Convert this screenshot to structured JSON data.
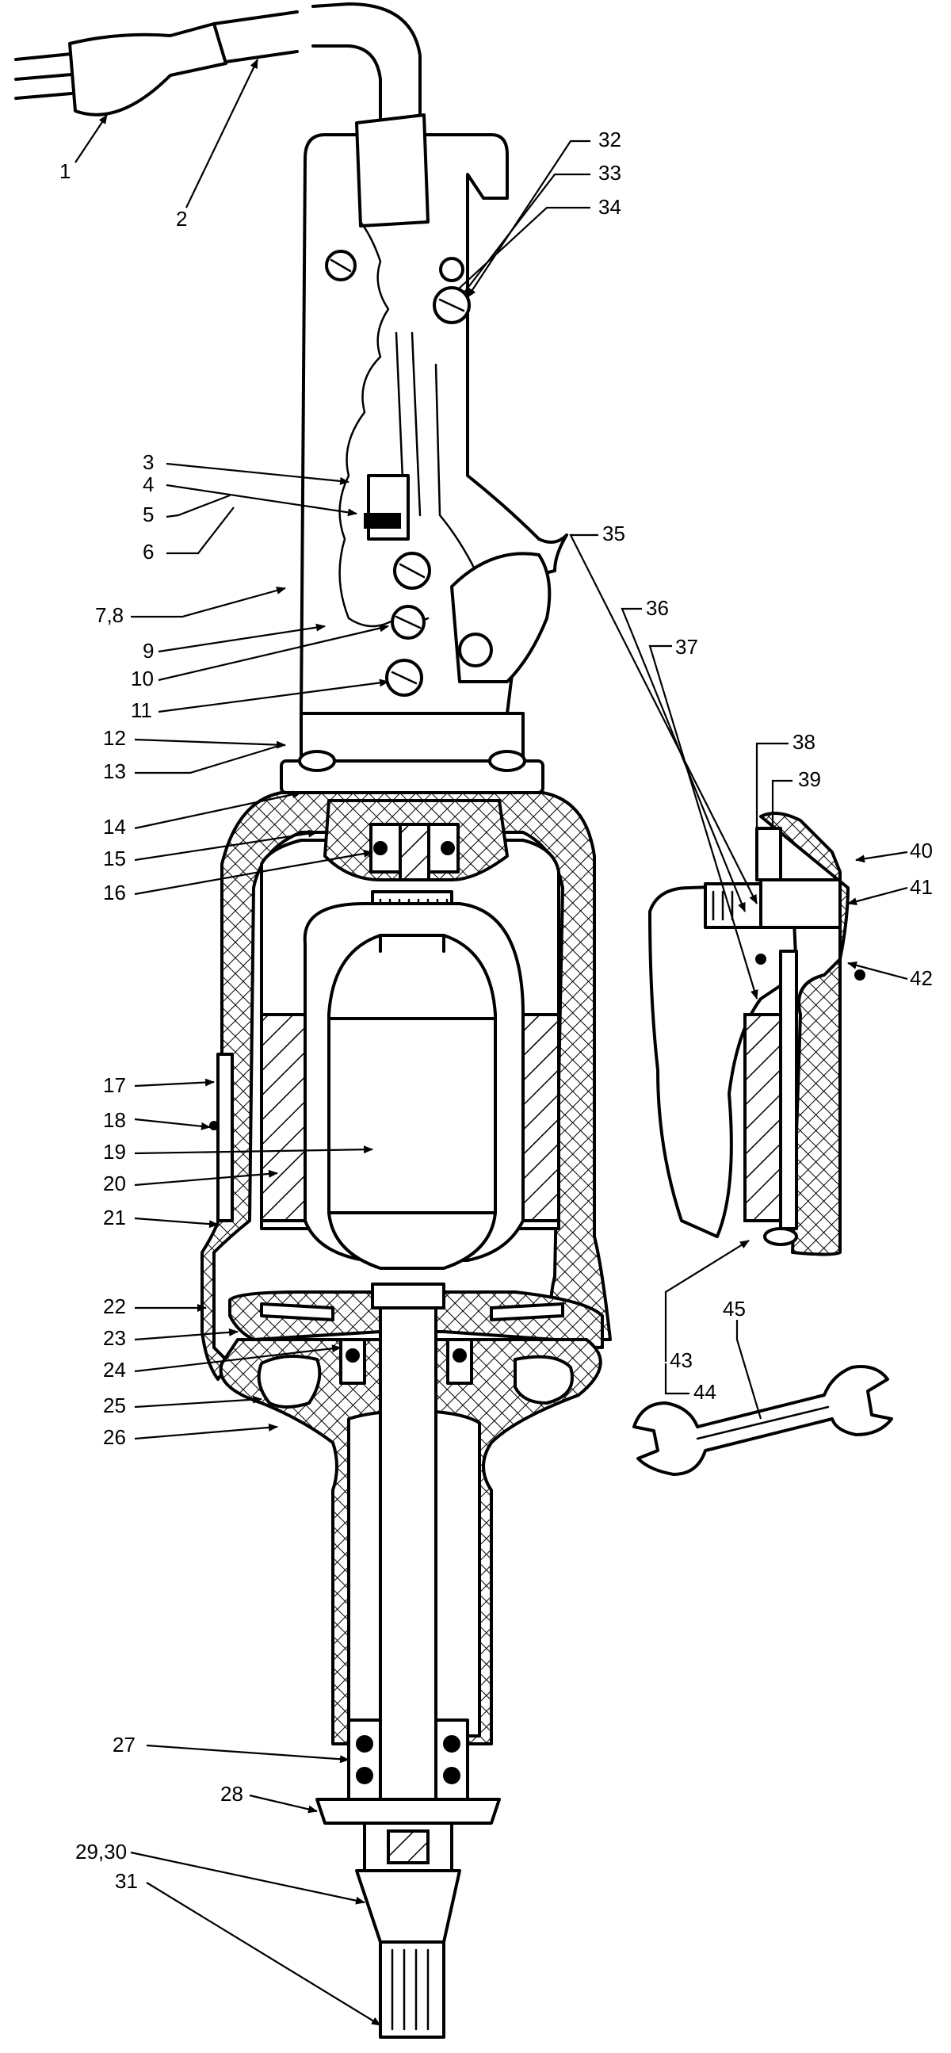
{
  "diagram": {
    "callouts": [
      {
        "id": "c1",
        "text": "1"
      },
      {
        "id": "c2",
        "text": "2"
      },
      {
        "id": "c3",
        "text": "3"
      },
      {
        "id": "c4",
        "text": "4"
      },
      {
        "id": "c5",
        "text": "5"
      },
      {
        "id": "c6",
        "text": "6"
      },
      {
        "id": "c7",
        "text": "7,8"
      },
      {
        "id": "c9",
        "text": "9"
      },
      {
        "id": "c10",
        "text": "10"
      },
      {
        "id": "c11",
        "text": "11"
      },
      {
        "id": "c12",
        "text": "12"
      },
      {
        "id": "c13",
        "text": "13"
      },
      {
        "id": "c14",
        "text": "14"
      },
      {
        "id": "c15",
        "text": "15"
      },
      {
        "id": "c16",
        "text": "16"
      },
      {
        "id": "c17",
        "text": "17"
      },
      {
        "id": "c18",
        "text": "18"
      },
      {
        "id": "c19",
        "text": "19"
      },
      {
        "id": "c20",
        "text": "20"
      },
      {
        "id": "c21",
        "text": "21"
      },
      {
        "id": "c22",
        "text": "22"
      },
      {
        "id": "c23",
        "text": "23"
      },
      {
        "id": "c24",
        "text": "24"
      },
      {
        "id": "c25",
        "text": "25"
      },
      {
        "id": "c26",
        "text": "26"
      },
      {
        "id": "c27",
        "text": "27"
      },
      {
        "id": "c28",
        "text": "28"
      },
      {
        "id": "c29",
        "text": "29,30"
      },
      {
        "id": "c31",
        "text": "31"
      },
      {
        "id": "c32",
        "text": "32"
      },
      {
        "id": "c33",
        "text": "33"
      },
      {
        "id": "c34",
        "text": "34"
      },
      {
        "id": "c35",
        "text": "35"
      },
      {
        "id": "c36",
        "text": "36"
      },
      {
        "id": "c37",
        "text": "37"
      },
      {
        "id": "c38",
        "text": "38"
      },
      {
        "id": "c39",
        "text": "39"
      },
      {
        "id": "c40",
        "text": "40"
      },
      {
        "id": "c41",
        "text": "41"
      },
      {
        "id": "c42",
        "text": "42"
      },
      {
        "id": "c43",
        "text": "43"
      },
      {
        "id": "c44",
        "text": "44"
      },
      {
        "id": "c45",
        "text": "45"
      }
    ]
  }
}
